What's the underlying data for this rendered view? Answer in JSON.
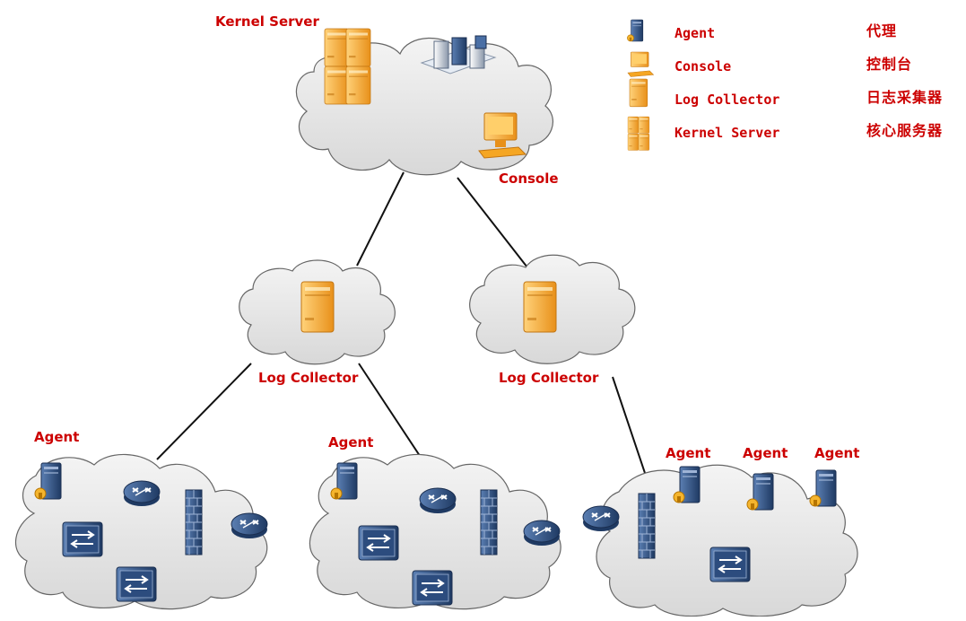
{
  "diagram": {
    "nodes": {
      "kernel_server_label": "Kernel Server",
      "console_label": "Console",
      "log_collector_left_label": "Log Collector",
      "log_collector_right_label": "Log Collector",
      "agent_label_1": "Agent",
      "agent_label_2": "Agent",
      "agent_label_3": "Agent",
      "agent_label_4": "Agent",
      "agent_label_5": "Agent"
    },
    "legend": [
      {
        "icon": "agent-icon",
        "name": "Agent",
        "cn": "代理"
      },
      {
        "icon": "console-icon",
        "name": "Console",
        "cn": "控制台"
      },
      {
        "icon": "log-collector-icon",
        "name": "Log Collector",
        "cn": "日志采集器"
      },
      {
        "icon": "kernel-server-icon",
        "name": "Kernel Server",
        "cn": "核心服务器"
      }
    ],
    "colors": {
      "label": "#cc0000",
      "cloud_fill": "#e6e6e6",
      "cloud_stroke": "#666666",
      "server_orange": "#f5a623",
      "device_blue": "#2f4f7f"
    }
  }
}
